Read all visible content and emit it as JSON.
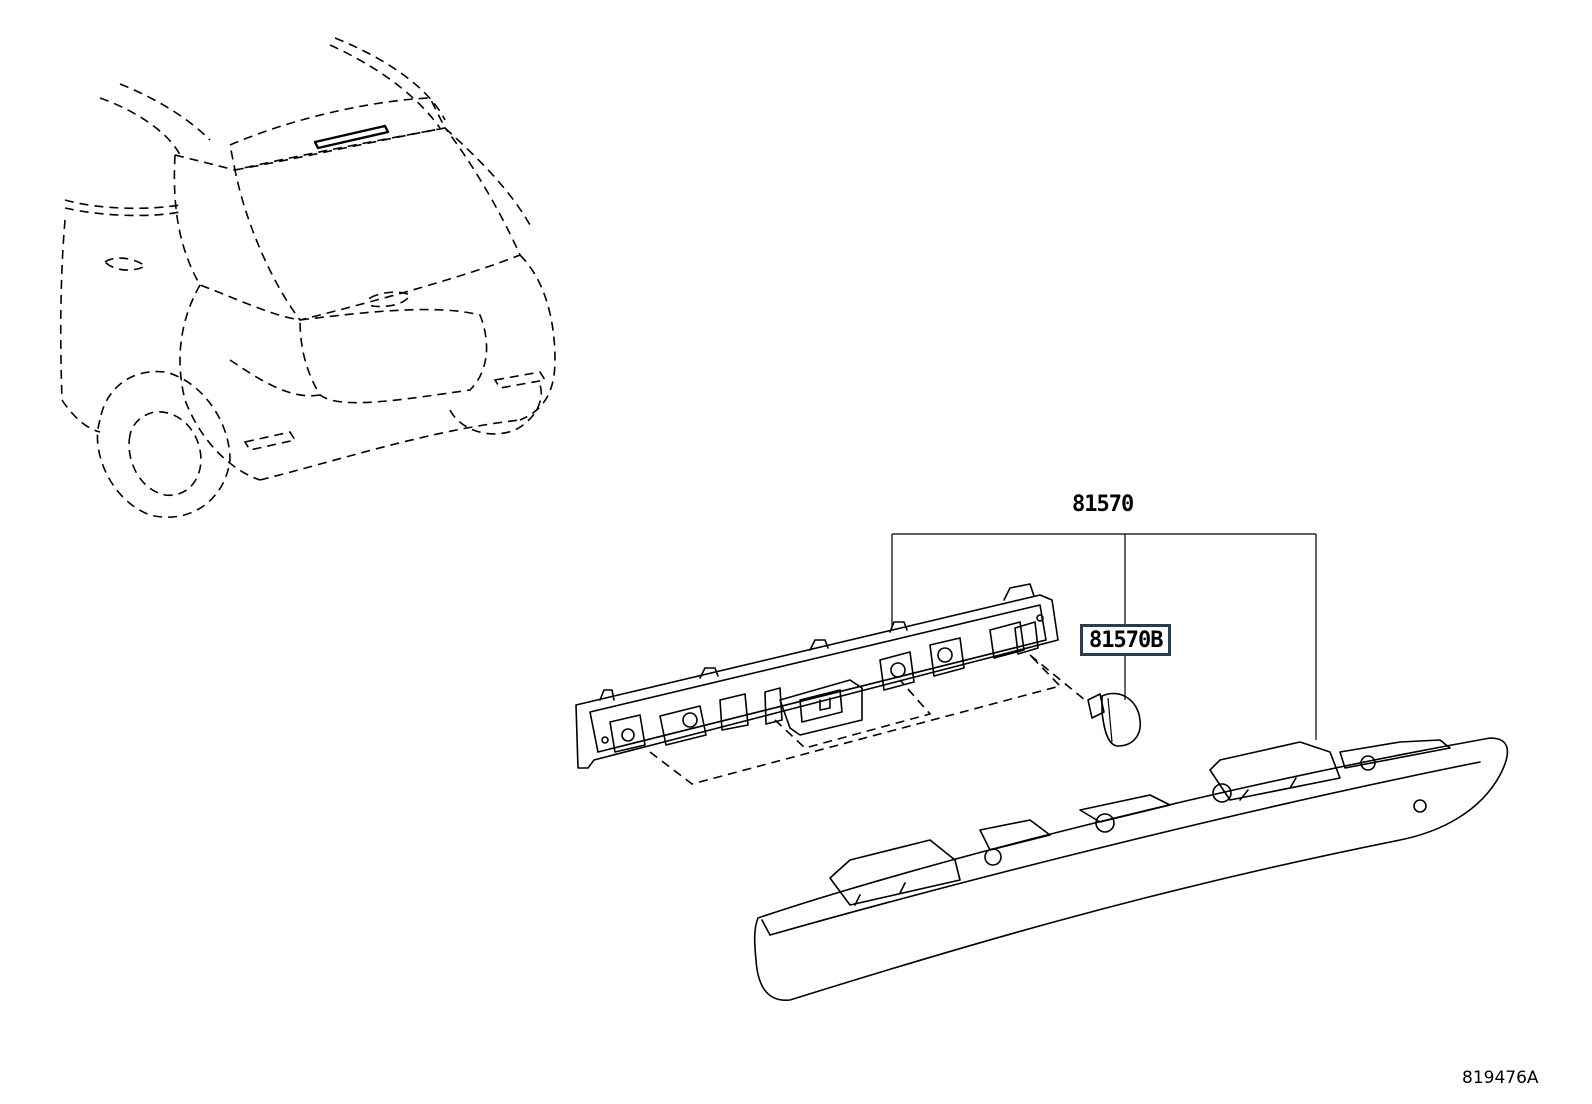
{
  "diagram": {
    "callouts": {
      "assembly_part_number": "81570",
      "bulb_part_number": "81570B"
    },
    "illustration_code": "819476A",
    "components": [
      {
        "name": "vehicle-rear-view",
        "style": "dashed outline"
      },
      {
        "name": "lamp-housing-bracket"
      },
      {
        "name": "lamp-bulb"
      },
      {
        "name": "high-mount-stop-lamp-lens"
      }
    ]
  }
}
